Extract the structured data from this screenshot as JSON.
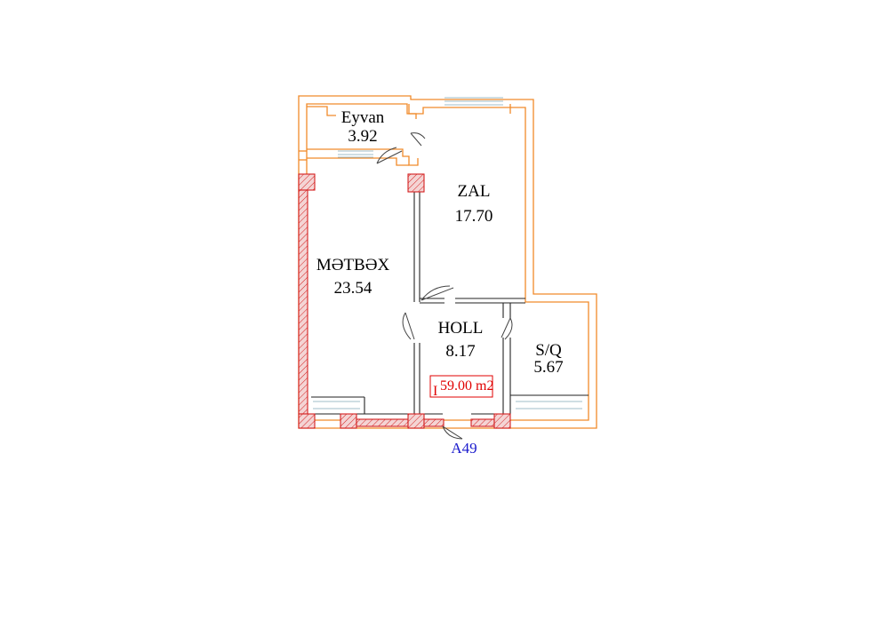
{
  "rooms": {
    "eyvan": {
      "name": "Eyvan",
      "area": "3.92"
    },
    "zal": {
      "name": "ZAL",
      "area": "17.70"
    },
    "metbex": {
      "name": "MƏTBƏX",
      "area": "23.54"
    },
    "holl": {
      "name": "HOLL",
      "area": "8.17"
    },
    "sq": {
      "name": "S/Q",
      "area": "5.67"
    }
  },
  "total_area": {
    "prefix": "I",
    "value": "59.00 m2"
  },
  "unit_label": "A49",
  "colors": {
    "outer_wall": "#f08a2a",
    "column_hatch": "#d42020",
    "total_text": "#e00000",
    "unit_text": "#1a1acc"
  }
}
